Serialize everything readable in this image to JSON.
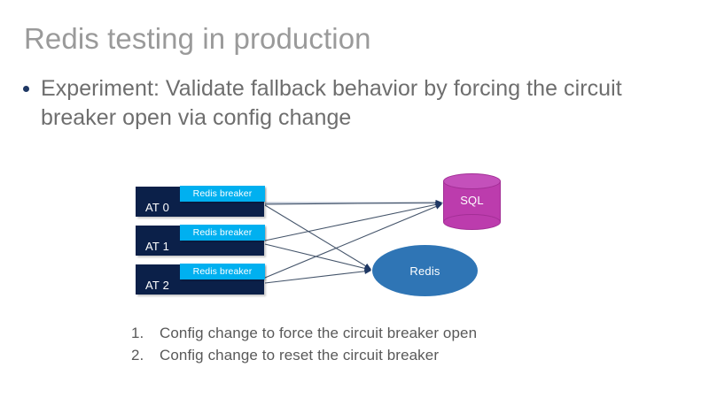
{
  "slide": {
    "title": "Redis testing in production",
    "bullet": "Experiment: Validate fallback behavior by forcing the circuit breaker open via config change"
  },
  "diagram": {
    "nodes": [
      {
        "id": "at0",
        "label": "AT 0",
        "chip": "Redis breaker"
      },
      {
        "id": "at1",
        "label": "AT 1",
        "chip": "Redis breaker"
      },
      {
        "id": "at2",
        "label": "AT 2",
        "chip": "Redis breaker"
      }
    ],
    "targets": {
      "sql": {
        "label": "SQL",
        "shape": "cylinder",
        "color": "#bc3cad"
      },
      "redis": {
        "label": "Redis",
        "shape": "ellipse",
        "color": "#2f75b5"
      }
    },
    "edges": [
      {
        "from": "at0",
        "to": "sql"
      },
      {
        "from": "at0",
        "to": "redis"
      },
      {
        "from": "at1",
        "to": "sql"
      },
      {
        "from": "at1",
        "to": "redis"
      },
      {
        "from": "at2",
        "to": "sql"
      },
      {
        "from": "at2",
        "to": "redis"
      }
    ],
    "colors": {
      "box": "#0b2049",
      "chip": "#00b0f0",
      "edge": "#44546a",
      "sql": "#bc3cad",
      "redis": "#2f75b5"
    }
  },
  "steps": [
    {
      "marker": "1.",
      "text": "Config change to force the circuit breaker open"
    },
    {
      "marker": "2.",
      "text": "Config change to reset the circuit breaker"
    }
  ]
}
